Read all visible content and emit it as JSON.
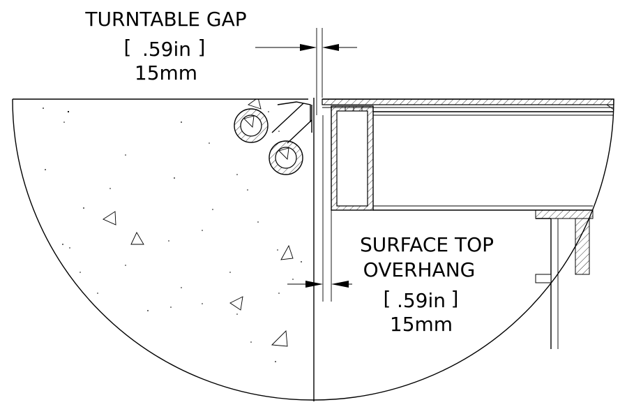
{
  "turntable_gap": {
    "title": "TURNTABLE GAP",
    "inches": ".59in",
    "millimeters": "15mm"
  },
  "surface_top_overhang": {
    "title_line1": "SURFACE TOP",
    "title_line2": "OVERHANG",
    "inches": ".59in",
    "millimeters": "15mm"
  }
}
